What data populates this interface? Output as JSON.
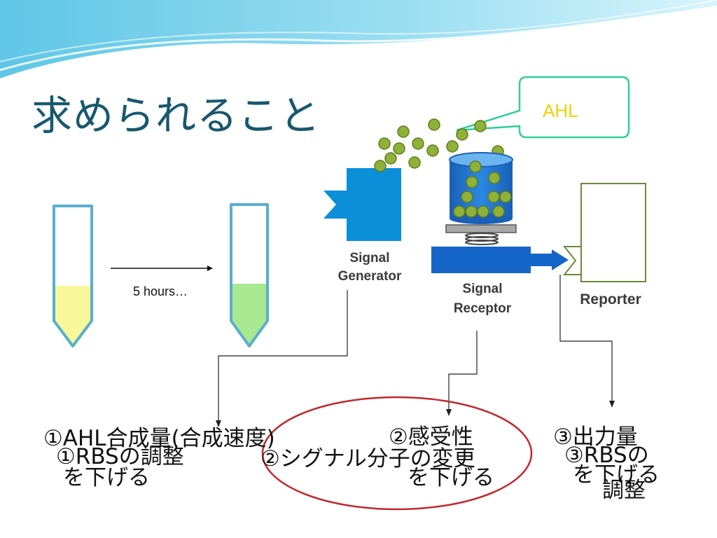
{
  "slide": {
    "title": "求められること",
    "callout": "AHL",
    "time_label": "5 hours…",
    "labels": {
      "generator": [
        "Signal",
        "Generator"
      ],
      "receptor": [
        "Signal",
        "Receptor"
      ],
      "reporter": "Reporter"
    },
    "bottom_texts": {
      "ahl_amount": "①AHL合成量(合成速度)",
      "rbs1": "①RBSの調整",
      "lower1": "を下げる",
      "sensitivity": "②感受性",
      "signal_change": "②シグナル分子の変更",
      "lower2": "を下げる",
      "output": "③出力量",
      "rbs3": "③RBSの",
      "lower3": "を下げる",
      "adjust3": "調整"
    },
    "colors": {
      "title": "#17586e",
      "callout_text": "#f0d000",
      "callout_border": "#2ecf9a",
      "generator": "#0a8fd8",
      "receptor": "#1565c8",
      "reporter_border": "#6a8a3a",
      "molecule": "#8fb13a",
      "tube_outline": "#5aaed0",
      "tube_fill_left": "#f8f89a",
      "tube_fill_right": "#a8e890",
      "ellipse": "#c0282c"
    }
  }
}
